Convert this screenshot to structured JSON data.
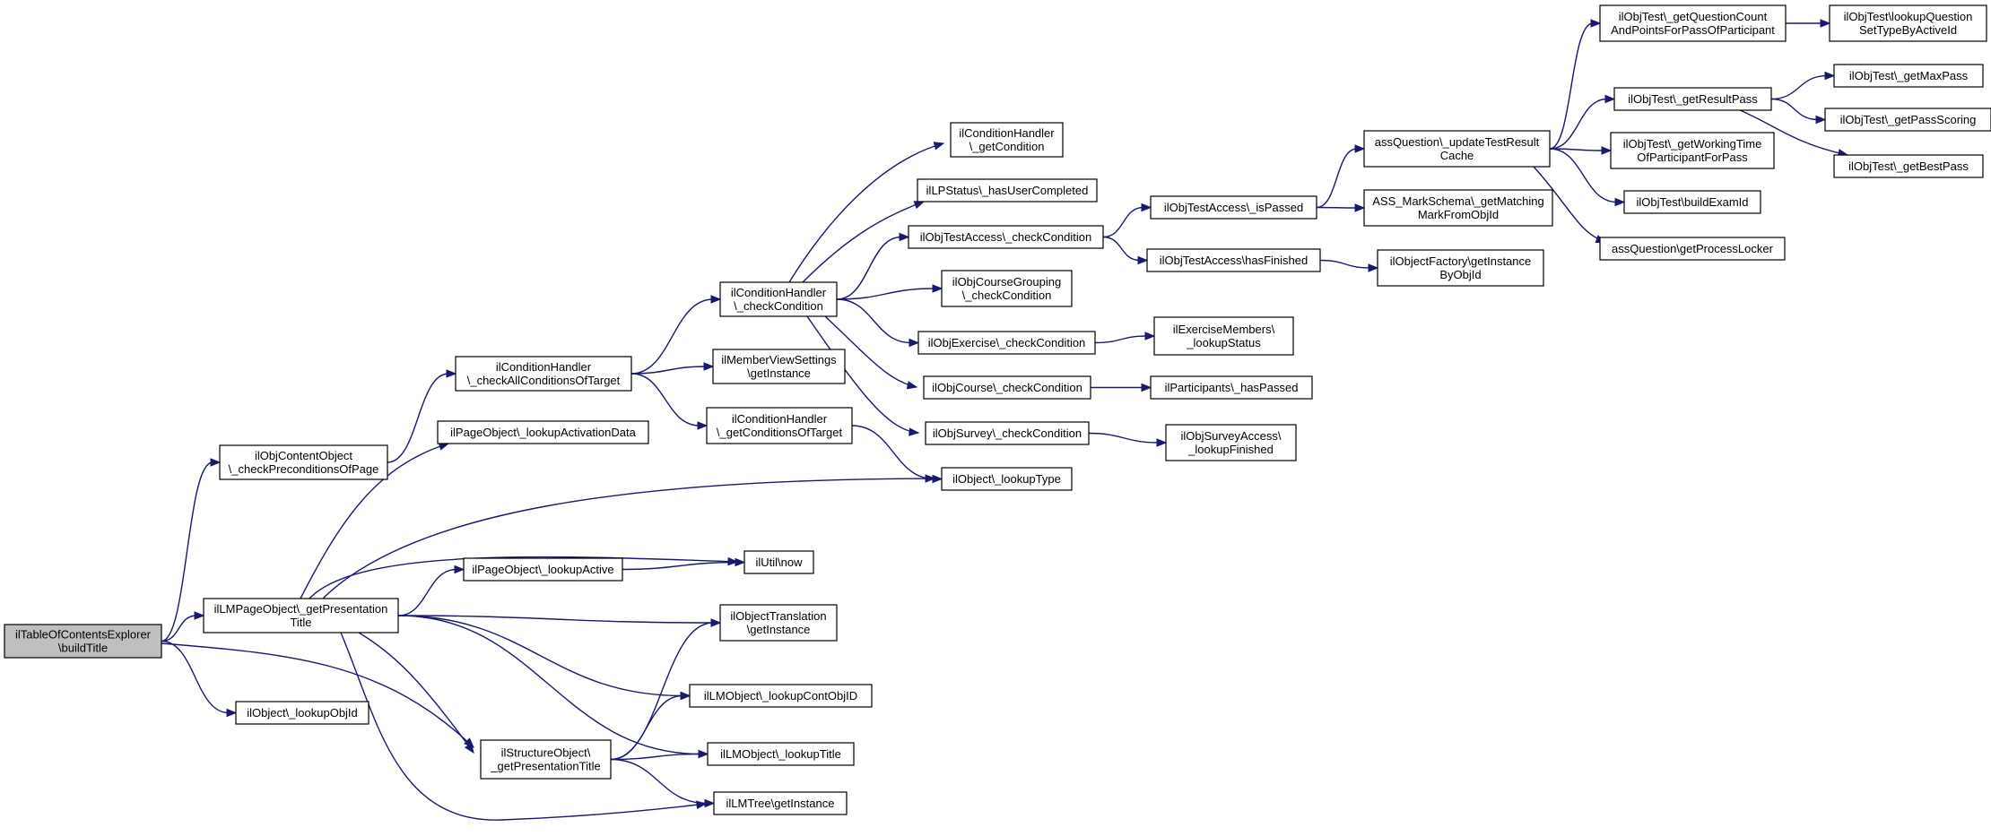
{
  "diagram": {
    "nodes": [
      {
        "id": "root",
        "lines": [
          "ilTableOfContentsExplorer",
          "\\buildTitle"
        ],
        "root": true
      },
      {
        "id": "checkPre",
        "lines": [
          "ilObjContentObject",
          "\\_checkPreconditionsOfPage"
        ]
      },
      {
        "id": "getPresTitle",
        "lines": [
          "ilLMPageObject\\_getPresentation",
          "Title"
        ]
      },
      {
        "id": "lookupObjIdRoot",
        "lines": [
          "ilObject\\_lookupObjId"
        ]
      },
      {
        "id": "structPres",
        "lines": [
          "ilStructureObject\\",
          "_getPresentationTitle"
        ]
      },
      {
        "id": "checkAllCond",
        "lines": [
          "ilConditionHandler",
          "\\_checkAllConditionsOfTarget"
        ]
      },
      {
        "id": "pageLookupAct",
        "lines": [
          "ilPageObject\\_lookupActivationData"
        ]
      },
      {
        "id": "pageLookupActive",
        "lines": [
          "ilPageObject\\_lookupActive"
        ]
      },
      {
        "id": "checkCond",
        "lines": [
          "ilConditionHandler",
          "\\_checkCondition"
        ]
      },
      {
        "id": "memberView",
        "lines": [
          "ilMemberViewSettings",
          "\\getInstance"
        ]
      },
      {
        "id": "getCondOfTarget",
        "lines": [
          "ilConditionHandler",
          "\\_getConditionsOfTarget"
        ]
      },
      {
        "id": "getCondition",
        "lines": [
          "ilConditionHandler",
          "\\_getCondition"
        ]
      },
      {
        "id": "lpStatus",
        "lines": [
          "ilLPStatus\\_hasUserCompleted"
        ]
      },
      {
        "id": "testAccessCheck",
        "lines": [
          "ilObjTestAccess\\_checkCondition"
        ]
      },
      {
        "id": "courseGrouping",
        "lines": [
          "ilObjCourseGrouping",
          "\\_checkCondition"
        ]
      },
      {
        "id": "exerciseCheck",
        "lines": [
          "ilObjExercise\\_checkCondition"
        ]
      },
      {
        "id": "courseCheck",
        "lines": [
          "ilObjCourse\\_checkCondition"
        ]
      },
      {
        "id": "surveyCheck",
        "lines": [
          "ilObjSurvey\\_checkCondition"
        ]
      },
      {
        "id": "lookupType",
        "lines": [
          "ilObject\\_lookupType"
        ]
      },
      {
        "id": "utilNow",
        "lines": [
          "ilUtil\\now"
        ]
      },
      {
        "id": "objTrans",
        "lines": [
          "ilObjectTranslation",
          "\\getInstance"
        ]
      },
      {
        "id": "lmLookupCont",
        "lines": [
          "ilLMObject\\_lookupContObjID"
        ]
      },
      {
        "id": "lmLookupTitle",
        "lines": [
          "ilLMObject\\_lookupTitle"
        ]
      },
      {
        "id": "lmTree",
        "lines": [
          "ilLMTree\\getInstance"
        ]
      },
      {
        "id": "isPassed",
        "lines": [
          "ilObjTestAccess\\_isPassed"
        ]
      },
      {
        "id": "hasFinished",
        "lines": [
          "ilObjTestAccess\\hasFinished"
        ]
      },
      {
        "id": "exMembers",
        "lines": [
          "ilExerciseMembers\\",
          "_lookupStatus"
        ]
      },
      {
        "id": "participants",
        "lines": [
          "ilParticipants\\_hasPassed"
        ]
      },
      {
        "id": "surveyAccess",
        "lines": [
          "ilObjSurveyAccess\\",
          "_lookupFinished"
        ]
      },
      {
        "id": "updateCache",
        "lines": [
          "assQuestion\\_updateTestResult",
          "Cache"
        ]
      },
      {
        "id": "markSchema",
        "lines": [
          "ASS_MarkSchema\\_getMatching",
          "MarkFromObjId"
        ]
      },
      {
        "id": "objFactory",
        "lines": [
          "ilObjectFactory\\getInstance",
          "ByObjId"
        ]
      },
      {
        "id": "qCount",
        "lines": [
          "ilObjTest\\_getQuestionCount",
          "AndPointsForPassOfParticipant"
        ]
      },
      {
        "id": "resultPass",
        "lines": [
          "ilObjTest\\_getResultPass"
        ]
      },
      {
        "id": "workingTime",
        "lines": [
          "ilObjTest\\_getWorkingTime",
          "OfParticipantForPass"
        ]
      },
      {
        "id": "buildExam",
        "lines": [
          "ilObjTest\\buildExamId"
        ]
      },
      {
        "id": "procLocker",
        "lines": [
          "assQuestion\\getProcessLocker"
        ]
      },
      {
        "id": "lookupQSet",
        "lines": [
          "ilObjTest\\lookupQuestion",
          "SetTypeByActiveId"
        ]
      },
      {
        "id": "maxPass",
        "lines": [
          "ilObjTest\\_getMaxPass"
        ]
      },
      {
        "id": "passScoring",
        "lines": [
          "ilObjTest\\_getPassScoring"
        ]
      },
      {
        "id": "bestPass",
        "lines": [
          "ilObjTest\\_getBestPass"
        ]
      }
    ],
    "edges": [
      [
        "root",
        "checkPre"
      ],
      [
        "root",
        "getPresTitle"
      ],
      [
        "root",
        "lookupObjIdRoot"
      ],
      [
        "root",
        "structPres"
      ],
      [
        "checkPre",
        "checkAllCond"
      ],
      [
        "checkAllCond",
        "checkCond"
      ],
      [
        "checkAllCond",
        "memberView"
      ],
      [
        "checkAllCond",
        "getCondOfTarget"
      ],
      [
        "checkCond",
        "getCondition"
      ],
      [
        "checkCond",
        "lpStatus"
      ],
      [
        "checkCond",
        "testAccessCheck"
      ],
      [
        "checkCond",
        "courseGrouping"
      ],
      [
        "checkCond",
        "exerciseCheck"
      ],
      [
        "checkCond",
        "courseCheck"
      ],
      [
        "checkCond",
        "surveyCheck"
      ],
      [
        "getCondOfTarget",
        "lookupType"
      ],
      [
        "getPresTitle",
        "pageLookupAct"
      ],
      [
        "getPresTitle",
        "lookupType"
      ],
      [
        "getPresTitle",
        "utilNow"
      ],
      [
        "getPresTitle",
        "pageLookupActive"
      ],
      [
        "getPresTitle",
        "objTrans"
      ],
      [
        "getPresTitle",
        "lmLookupCont"
      ],
      [
        "getPresTitle",
        "lmLookupTitle"
      ],
      [
        "getPresTitle",
        "structPres"
      ],
      [
        "getPresTitle",
        "lmTree"
      ],
      [
        "pageLookupActive",
        "utilNow"
      ],
      [
        "structPres",
        "objTrans"
      ],
      [
        "structPres",
        "lmLookupCont"
      ],
      [
        "structPres",
        "lmLookupTitle"
      ],
      [
        "structPres",
        "lmTree"
      ],
      [
        "testAccessCheck",
        "isPassed"
      ],
      [
        "testAccessCheck",
        "hasFinished"
      ],
      [
        "exerciseCheck",
        "exMembers"
      ],
      [
        "courseCheck",
        "participants"
      ],
      [
        "surveyCheck",
        "surveyAccess"
      ],
      [
        "isPassed",
        "updateCache"
      ],
      [
        "isPassed",
        "markSchema"
      ],
      [
        "hasFinished",
        "objFactory"
      ],
      [
        "updateCache",
        "qCount"
      ],
      [
        "updateCache",
        "resultPass"
      ],
      [
        "updateCache",
        "workingTime"
      ],
      [
        "updateCache",
        "buildExam"
      ],
      [
        "updateCache",
        "procLocker"
      ],
      [
        "qCount",
        "lookupQSet"
      ],
      [
        "resultPass",
        "maxPass"
      ],
      [
        "resultPass",
        "passScoring"
      ],
      [
        "resultPass",
        "bestPass"
      ]
    ]
  }
}
